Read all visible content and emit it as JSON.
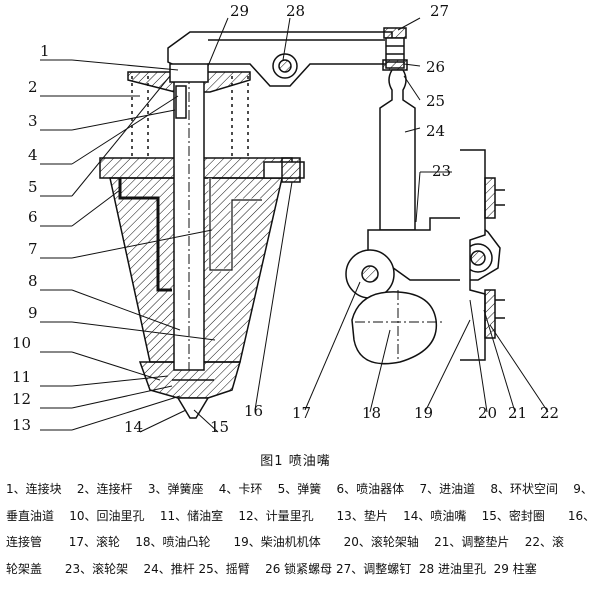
{
  "callouts": [
    "1",
    "2",
    "3",
    "4",
    "5",
    "6",
    "7",
    "8",
    "9",
    "10",
    "11",
    "12",
    "13",
    "14",
    "15",
    "16",
    "17",
    "18",
    "19",
    "20",
    "21",
    "22",
    "23",
    "24",
    "25",
    "26",
    "27",
    "28",
    "29"
  ],
  "caption": "图1   喷油嘴",
  "legend": {
    "rows": [
      [
        "1、连接块",
        "2、连接杆",
        "3、弹簧座",
        "4、卡环",
        "5、弹簧",
        "6、喷油器体",
        "7、进油道",
        "8、环状空间",
        "9、"
      ],
      [
        "垂直油道",
        "10、回油里孔",
        "11、储油室",
        "12、计量里孔",
        "13、垫片",
        "14、喷油嘴",
        "15、密封圈",
        "16、"
      ],
      [
        "连接管",
        "17、滚轮",
        "18、喷油凸轮",
        "19、柴油机机体",
        "20、滚轮架轴",
        "21、调整垫片",
        "22、滚"
      ],
      [
        "轮架盖",
        "23、滚轮架",
        "24、推杆 25、摇臂",
        "26 锁紧螺母 27、调整螺钉",
        "28 进油里孔",
        "29 柱塞"
      ]
    ]
  }
}
